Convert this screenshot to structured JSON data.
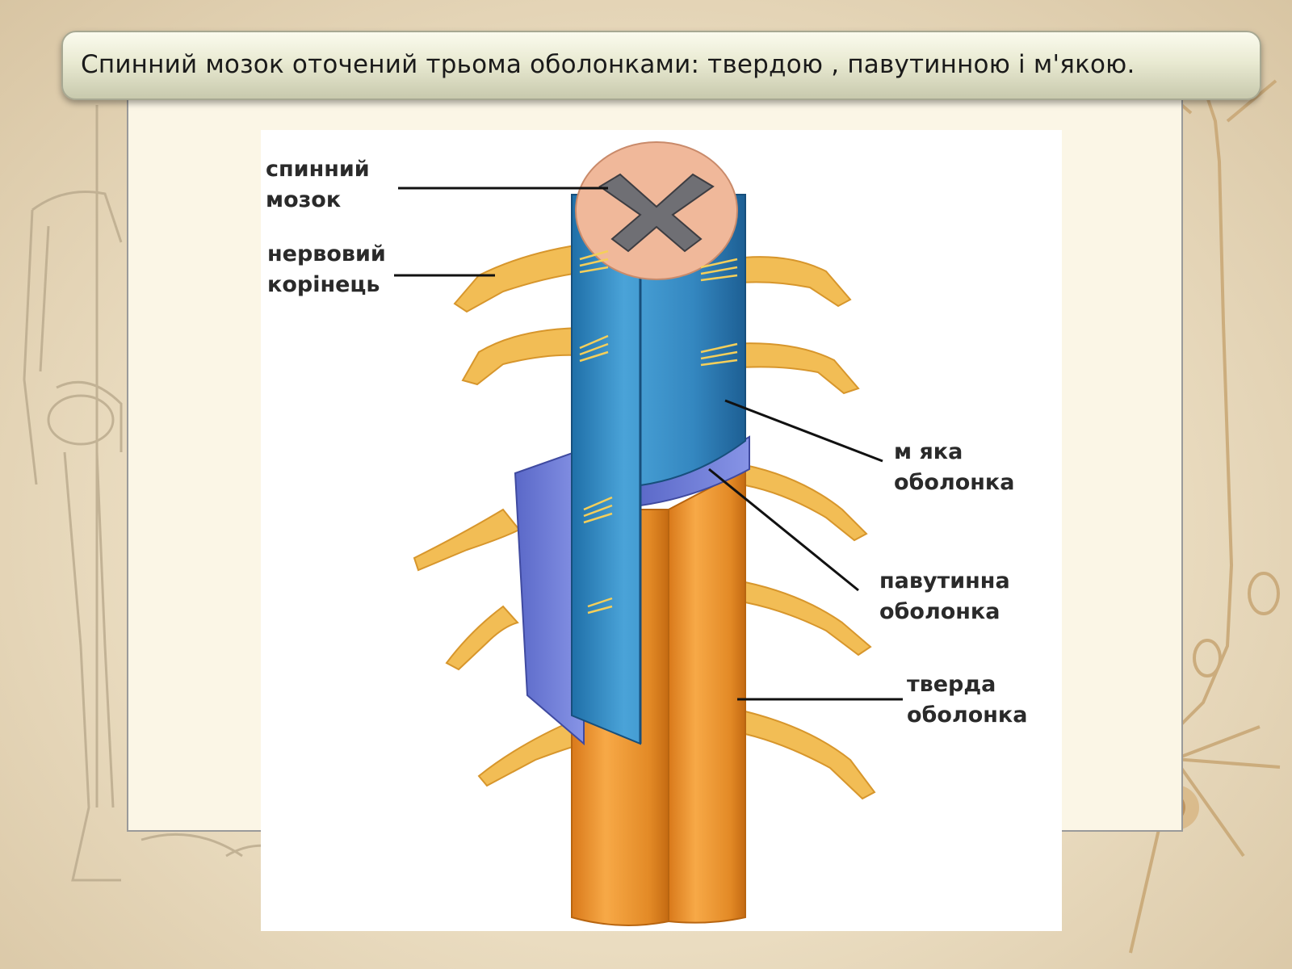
{
  "slide": {
    "title": "Спинний мозок оточений трьома оболонками:  твердою , павутинною і м'якою."
  },
  "diagram": {
    "labels": {
      "spinal_cord": {
        "line1": "спинний",
        "line2": "мозок"
      },
      "nerve_root": {
        "line1": "нервовий",
        "line2": "корінець"
      },
      "pia_mater": {
        "line1": "м яка",
        "line2": "оболонка"
      },
      "arachnoid": {
        "line1": "павутинна",
        "line2": "оболонка"
      },
      "dura_mater": {
        "line1": "тверда",
        "line2": "оболонка"
      }
    },
    "colors": {
      "pia": "#3a8fc4",
      "arachnoid": "#6e7fd6",
      "dura": "#e8902a",
      "nerve": "#f2bd55",
      "gray_matter": "#6f6f74",
      "white_matter": "#f0b89a"
    }
  }
}
